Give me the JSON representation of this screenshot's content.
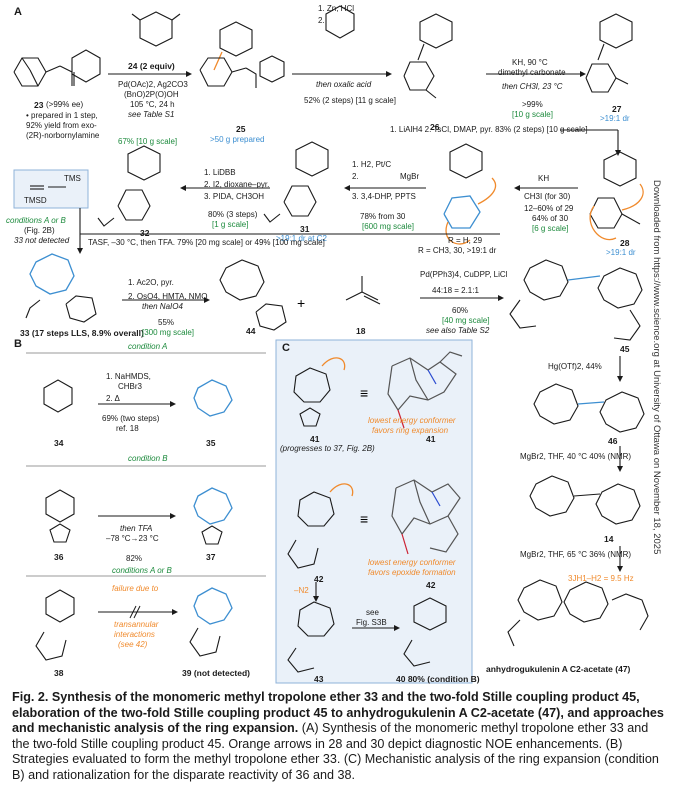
{
  "panelA": {
    "label": "A",
    "c23": "23",
    "c23_ee": "(>99% ee)",
    "c23_note1": "• prepared in 1 step,",
    "c23_note2": "92% yield from exo-",
    "c23_note3": "(2R)-norbornylamine",
    "step1_reagent": "24 (2 equiv)",
    "step1_c1": "Pd(OAc)2, Ag2CO3",
    "step1_c2": "(BnO)2P(O)OH",
    "step1_c3": "105 °C, 24 h",
    "step1_c4": "see Table S1",
    "step1_yield": "67% [10 g scale]",
    "c24_num": "24",
    "c25": "25",
    "c25_note": ">50 g prepared",
    "step2_c1": "1. Zn, HCl",
    "step2_c2": "2.",
    "step2_c3": "then oxalic acid",
    "step2_yield": "52% (2 steps) [11 g scale]",
    "c26": "26",
    "step3_c1": "KH, 90 °C",
    "step3_c2": "dimethyl carbonate",
    "step3_c3": "then CH3I, 23 °C",
    "step3_yield": ">99%",
    "step3_scale": "[10 g scale]",
    "c27": "27",
    "c27_dr": ">19:1 dr",
    "step4": "1. LiAlH4  2. TsCl, DMAP, pyr.  83% (2 steps) [10 g scale]",
    "c28": "28",
    "c28_dr": ">19:1 dr",
    "step5_c1": "KH",
    "step5_c2": "CH3I (for 30)",
    "step5_y1": "12–60% of 29",
    "step5_y2": "64% of 30",
    "step5_scale": "[6 g scale]",
    "c29": "R = H, 29",
    "c30": "R = CH3, 30, >19:1 dr",
    "step6_c1": "1. H2, Pt/C",
    "step6_c2": "2.",
    "step6_c2b": "MgBr",
    "step6_c3": "3. 3,4-DHP, PPTS",
    "step6_yield": "78% from 30",
    "step6_scale": "[600 mg scale]",
    "c31": "31",
    "c31_dr": ">19:1 dr at C2",
    "step7_c1": "1. LiDBB",
    "step7_c2": "2. I2, dioxane–pyr.",
    "step7_c3": "3. PIDA, CH3OH",
    "step7_yield": "80% (3 steps)",
    "step7_scale": "[1 g scale]",
    "c32": "32",
    "tmsd_label": "TMSD",
    "tms": "TMS",
    "conditions_ab": "conditions A or B",
    "fig2b": "(Fig. 2B)",
    "c33_not": "33 not detected",
    "step8": "TASF, –30 °C, then TFA.  79% [20 mg scale] or 49% [100 mg scale]",
    "c33": "33 (17 steps LLS, 8.9% overall)",
    "step9_c1": "1. Ac2O, pyr.",
    "step9_c2": "2. OsO4, HMTA, NMO",
    "step9_c3": "then NaIO4",
    "step9_yield": "55%",
    "step9_scale": "[300 mg scale]",
    "c44": "44",
    "c18": "18",
    "step10_c1": "Pd(PPh3)4, CuDPP, LiCl",
    "step10_c2": "44:18 = 2.1:1",
    "step10_yield": "60%",
    "step10_scale": "[40 mg scale]",
    "step10_note": "see also Table S2",
    "c45": "45",
    "step11": "Hg(OTf)2, 44%",
    "c46": "46",
    "step12": "MgBr2, THF, 40 °C  40% (NMR)",
    "c14": "14",
    "step13": "MgBr2, THF, 65 °C  36% (NMR)",
    "coupling": "3JH1–H2 = 9.5 Hz",
    "c47": "anhydrogukulenin A C2-acetate (47)"
  },
  "panelB": {
    "label": "B",
    "condA": "condition A",
    "condA_c1": "1. NaHMDS,",
    "condA_c1b": "CHBr3",
    "condA_c2": "2. Δ",
    "condA_yield": "69% (two steps)",
    "condA_ref": "ref. 18",
    "c34": "34",
    "c35": "35",
    "condB": "condition B",
    "condB_c1": "then TFA",
    "condB_c2": "–78 °C→23 °C",
    "condB_yield": "82%",
    "c36": "36",
    "c37": "37",
    "condAB": "conditions A or B",
    "fail1": "failure due to",
    "fail2": "transannular",
    "fail3": "interactions",
    "fail4": "(see 42)",
    "c38": "38",
    "c39": "39 (not detected)"
  },
  "panelC": {
    "label": "C",
    "c41": "41",
    "c41_note": "(progresses to 37, Fig. 2B)",
    "c41_conf1": "lowest energy conformer",
    "c41_conf2": "favors ring expansion",
    "c42": "42",
    "c42_conf1": "lowest energy conformer",
    "c42_conf2": "favors epoxide formation",
    "c43": "43",
    "n2": "–N2",
    "see": "see",
    "figs3b": "Fig. S3B",
    "c40": "40 80% (condition B)"
  },
  "sidebar": "Downloaded from https://www.science.org at University of Ottawa on November 18, 2025",
  "caption": {
    "bold": "Fig. 2. Synthesis of the monomeric methyl tropolone ether 33 and the two-fold Stille coupling product 45, elaboration of the two-fold Stille coupling product 45 to anhydrogukulenin A C2-acetate (47), and approaches and mechanistic analysis of the ring expansion.",
    "text": " (A) Synthesis of the monomeric methyl tropolone ether 33 and the two-fold Stille coupling product 45. Orange arrows in 28 and 30 depict diagnostic NOE enhancements. (B) Strategies evaluated to form the methyl tropolone ether 33. (C) Mechanistic analysis of the ring expansion (condition B) and rationalization for the disparate reactivity of 36 and 38."
  },
  "colors": {
    "green": "#1c8a3c",
    "blue": "#3d8fd1",
    "orange": "#f08a2c",
    "panelC_bg": "#eaf1f9",
    "panelC_border": "#8fb3d9"
  }
}
